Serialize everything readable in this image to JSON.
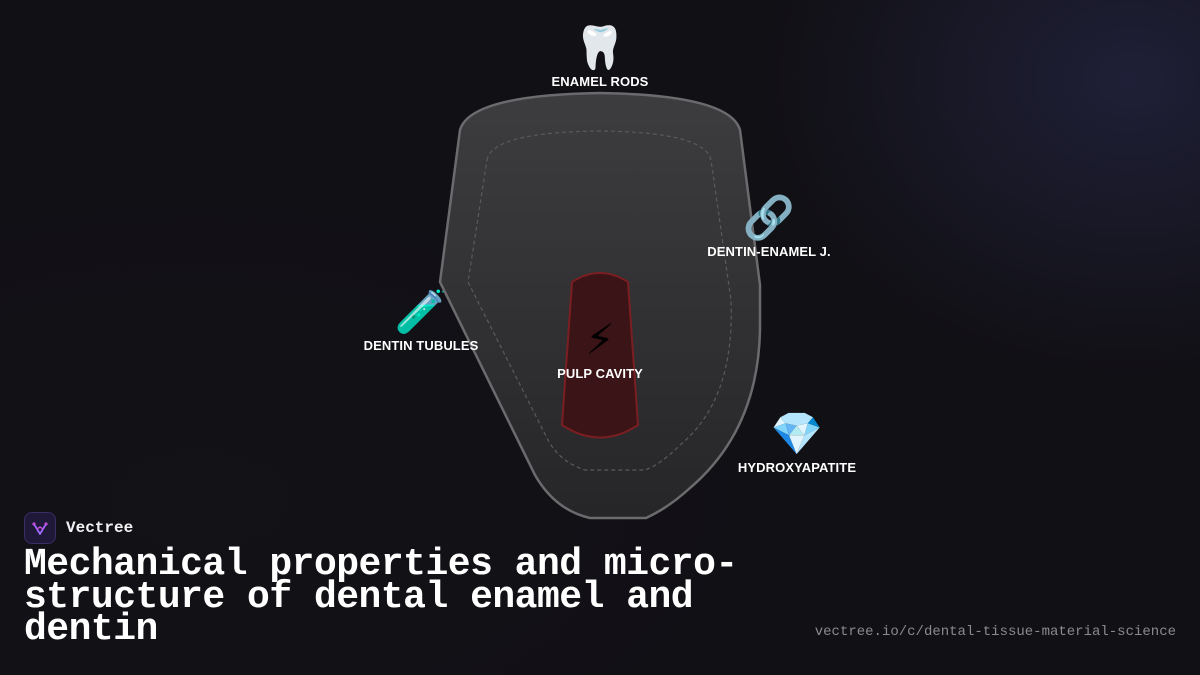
{
  "diagram": {
    "labels": {
      "enamel_rods": {
        "icon": "tooth-icon",
        "glyph": "🦷",
        "text": "ENAMEL RODS"
      },
      "dentin_enamel_junction": {
        "icon": "link-icon",
        "glyph": "🔗",
        "text": "DENTIN-ENAMEL J."
      },
      "dentin_tubules": {
        "icon": "test-tube-icon",
        "glyph": "🧪",
        "text": "DENTIN TUBULES"
      },
      "pulp_cavity": {
        "icon": "lightning-icon",
        "glyph": "⚡",
        "text": "PULP CAVITY"
      },
      "hydroxyapatite": {
        "icon": "gem-icon",
        "glyph": "💎",
        "text": "HYDROXYAPATITE"
      }
    },
    "colors": {
      "tooth_fill": "#333335",
      "tooth_outline": "#6b6b6e",
      "pulp_fill": "#3a1416",
      "pulp_outline": "#7a1e22"
    }
  },
  "brand": {
    "name": "Vectree",
    "logo_icon": "vectree-logo-icon"
  },
  "title": "Mechanical properties and micro-structure of dental enamel and dentin",
  "url": "vectree.io/c/dental-tissue-material-science"
}
